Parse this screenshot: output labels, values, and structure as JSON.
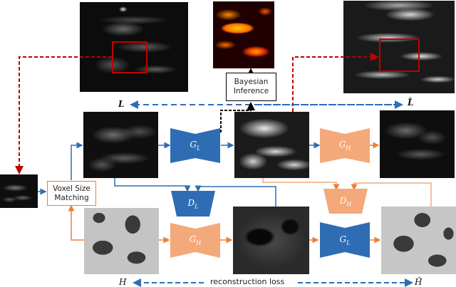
{
  "diagram": {
    "title": "CycleGAN-based voxel size matching and super-resolution pipeline with Bayesian inference",
    "colors": {
      "blue": "#2e6db4",
      "orange": "#f4a97a",
      "orange_line": "#ee7d3a",
      "red": "#c00000",
      "black": "#000000"
    },
    "nodes": {
      "voxel_size_matching": {
        "line1": "Voxel Size",
        "line2": "Matching"
      },
      "bayesian_inference": {
        "line1": "Bayesian",
        "line2": "Inference"
      },
      "g_l_top": {
        "symbol": "G",
        "sub": "L"
      },
      "g_h_top": {
        "symbol": "G",
        "sub": "H"
      },
      "d_l": {
        "symbol": "D",
        "sub": "L"
      },
      "d_h": {
        "symbol": "D",
        "sub": "H"
      },
      "g_h_bottom": {
        "symbol": "G",
        "sub": "H"
      },
      "g_l_bottom": {
        "symbol": "G",
        "sub": "L"
      }
    },
    "labels": {
      "L": "L",
      "L_hat": "L̂",
      "H": "H",
      "H_hat": "Ĥ",
      "reconstruction_loss": "reconstruction loss"
    },
    "images": [
      {
        "id": "input-low-res-full",
        "desc": "clinical CT low-resolution scan with red ROI"
      },
      {
        "id": "uncertainty-heatmap",
        "desc": "hot colormap uncertainty map"
      },
      {
        "id": "output-high-res-full",
        "desc": "super-resolved scan with red ROI"
      },
      {
        "id": "roi-crop",
        "desc": "cropped ROI input"
      },
      {
        "id": "L-image",
        "desc": "low-res patch L"
      },
      {
        "id": "G_L-output",
        "desc": "generated high-res from L"
      },
      {
        "id": "L-hat",
        "desc": "reconstructed low-res L-hat"
      },
      {
        "id": "H-image",
        "desc": "high-res micro-CT patch H"
      },
      {
        "id": "G_H-output",
        "desc": "generated low-res from H"
      },
      {
        "id": "H-hat",
        "desc": "reconstructed high-res H-hat"
      }
    ]
  }
}
